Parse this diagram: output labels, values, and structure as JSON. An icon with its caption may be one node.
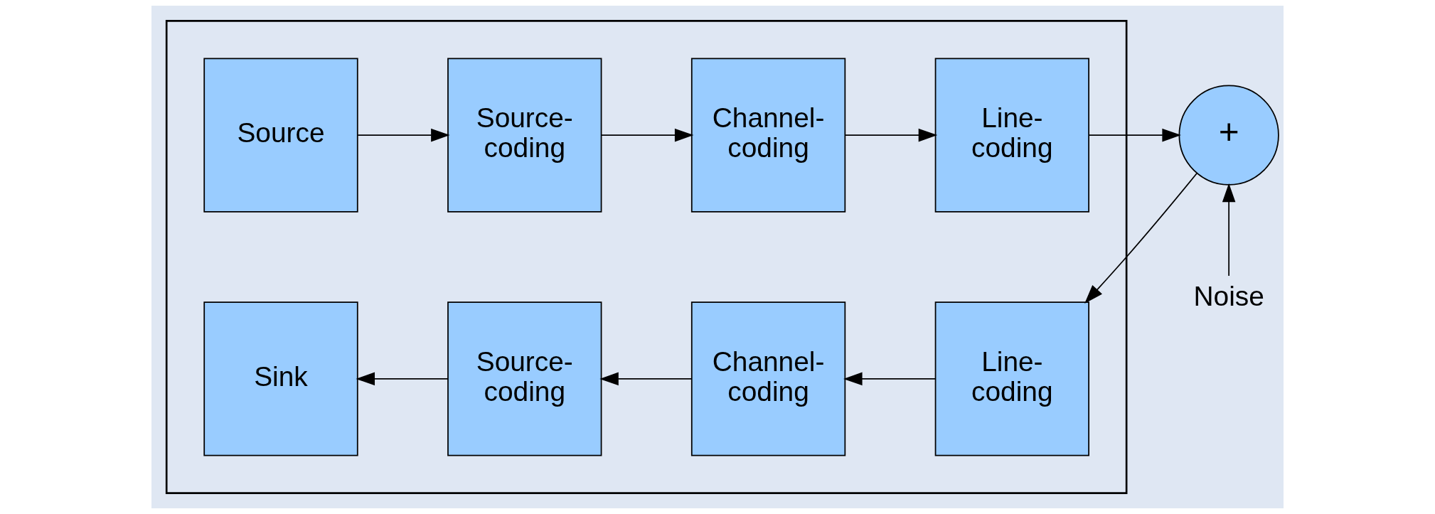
{
  "diagram": {
    "nodes": [
      {
        "text": [],
        "shape": "box"
      },
      {
        "text": [
          "Source"
        ],
        "in": 0
      },
      {
        "text": [
          "Source- coding"
        ],
        "in": 0
      },
      {
        "text": [
          "Channel- coding"
        ],
        "in": 0
      },
      {
        "text": [
          "Line- coding"
        ],
        "in": 0
      },
      {
        "text": [
          "Sink"
        ],
        "in": 0
      },
      {
        "text": [
          "Source- coding"
        ],
        "in": 0
      },
      {
        "text": [
          "Channel- coding"
        ],
        "in": 0
      },
      {
        "text": [
          "Line- coding"
        ],
        "in": 0
      },
      {
        "text": [
          "+"
        ]
      },
      {
        "text": [
          "Noise"
        ]
      }
    ],
    "edges": [
      {
        "from": 1,
        "to": 2,
        "arrow": "to"
      },
      {
        "from": 2,
        "to": 3,
        "arrow": "to"
      },
      {
        "from": 3,
        "to": 4,
        "arrow": "to"
      },
      {
        "from": 4,
        "to": 9,
        "arrow": "to"
      },
      {
        "from": 10,
        "to": 9,
        "arrow": "to"
      },
      {
        "from": 9,
        "to": 8,
        "arrow": "to"
      },
      {
        "from": 8,
        "to": 7,
        "arrow": "to"
      },
      {
        "from": 7,
        "to": 6,
        "arrow": "to"
      },
      {
        "from": 6,
        "to": 5,
        "arrow": "to"
      }
    ]
  }
}
